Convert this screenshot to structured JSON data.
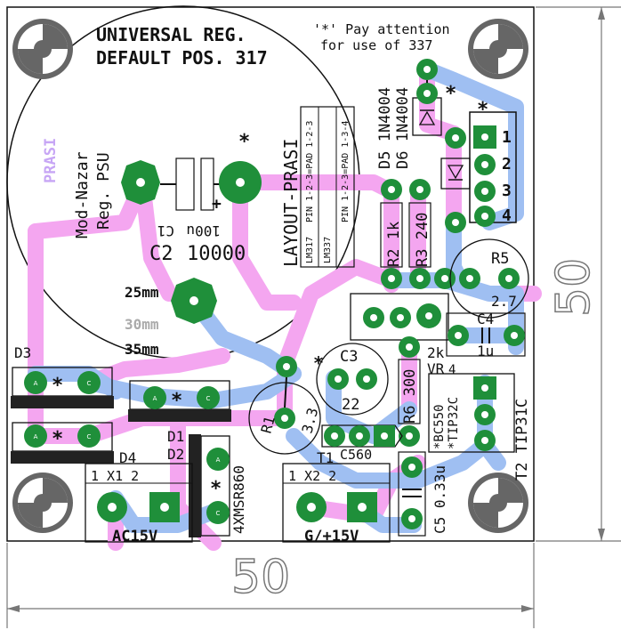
{
  "header": {
    "title_line1": "UNIVERSAL REG.",
    "title_line2": "DEFAULT POS. 317",
    "note_line1": "'*' Pay attention",
    "note_line2": "for use of 337"
  },
  "author": {
    "prasi_vertical": "PRASI",
    "mod_nazar": "Mod-Nazar",
    "reg_psu": "Reg. PSU",
    "layout_prasi": "LAYOUT-PRASI"
  },
  "table": {
    "rows": [
      [
        "LM317",
        "PIN 1-2-3=PAD 1-2-3"
      ],
      [
        "LM337",
        "PIN 1-2-3=PAD 1-3-4"
      ]
    ]
  },
  "components": {
    "c1": "C1",
    "c1_value": "100u",
    "c2": "C2",
    "c2_value": "10000",
    "plus": "+",
    "size_25": "25mm",
    "size_30": "30mm",
    "size_35": "35mm",
    "d5": "D5 1N4004",
    "d6": "D6 1N4004",
    "r2": "R2 1k",
    "r3": "R3 240",
    "r5": "R5",
    "r5_value": "2.7",
    "c4": "C4",
    "c4_value": "1u",
    "c3": "C3",
    "c3_value": "22",
    "vr": "2k",
    "vr_label": "VR",
    "r6": "R6 300",
    "r1": "R1",
    "r1_value": "3.3",
    "t1": "T1",
    "t1_type": "C560",
    "t3": "*BC550",
    "t4": "4",
    "t4_type": "*TIP32C",
    "t2": "T2 TIP31C",
    "c5": "C5 0.33u",
    "d3": "D3",
    "d1": "D1",
    "d2": "D2",
    "d4": "D4",
    "d_parts": "4XMSR860",
    "x1": "1 X1 2",
    "x1_label": "AC15V",
    "x2": "1 X2 2",
    "x2_label": "G/+15V",
    "header_pins": [
      "1",
      "2",
      "3",
      "4"
    ],
    "pin_letters": [
      "A",
      "C"
    ],
    "asterisk": "*"
  },
  "dimensions": {
    "width": "50",
    "height": "50"
  },
  "colors": {
    "copper_top": "#f4a6f0",
    "copper_bottom": "#9fbff2",
    "pad": "#1f8f3a",
    "pad_hole": "#ffffff",
    "silk": "#111111",
    "mount": "#666666"
  }
}
